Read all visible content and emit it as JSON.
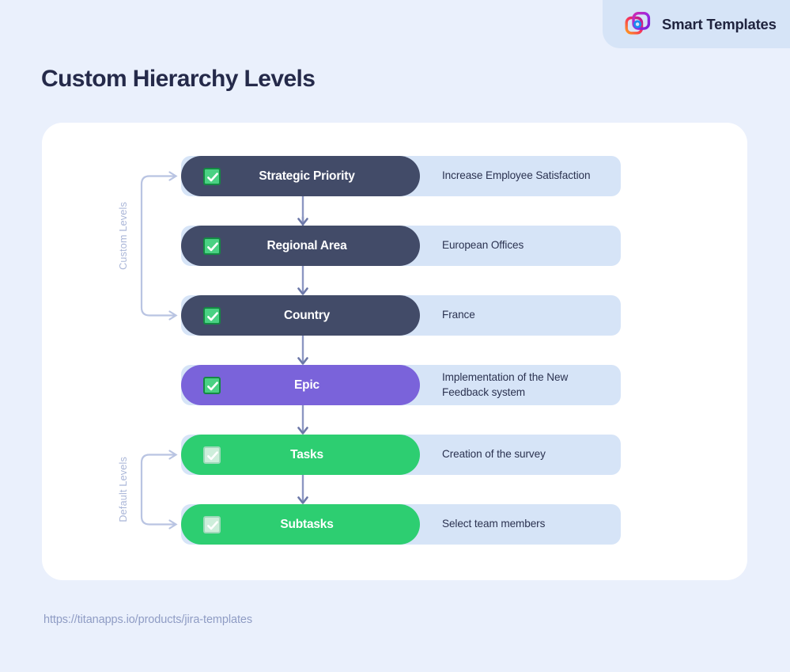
{
  "brand": {
    "name": "Smart Templates",
    "logo_icon": "smart-templates-logo-icon"
  },
  "page": {
    "title": "Custom Hierarchy Levels",
    "footer_url": "https://titanapps.io/products/jira-templates"
  },
  "colors": {
    "background": "#eaf0fc",
    "card": "#ffffff",
    "badge_bg": "#d6e4f7",
    "row_right_bg": "#d6e4f7",
    "dark_pill": "#424b68",
    "purple_pill": "#7a63da",
    "green_pill": "#2dce71",
    "checkbox_green": "#4ad183",
    "checkbox_pale": "#cdeedb",
    "arrow": "#7d88b8",
    "bracket": "#b9c4e2",
    "title_text": "#252a4a",
    "url_text": "#8f9cc4",
    "side_label_text": "#aab6d8"
  },
  "groups": [
    {
      "id": "custom-levels",
      "label": "Custom Levels",
      "rows": [
        0,
        2
      ]
    },
    {
      "id": "default-levels",
      "label": "Default Levels",
      "rows": [
        4,
        5
      ]
    }
  ],
  "hierarchy": [
    {
      "id": "strategic-priority",
      "level": "Strategic Priority",
      "value": "Increase Employee Satisfaction",
      "style": "dark",
      "checkbox": "checked-green",
      "checked": true
    },
    {
      "id": "regional-area",
      "level": "Regional Area",
      "value": "European Offices",
      "style": "dark",
      "checkbox": "checked-green",
      "checked": true
    },
    {
      "id": "country",
      "level": "Country",
      "value": "France",
      "style": "dark",
      "checkbox": "checked-green",
      "checked": true
    },
    {
      "id": "epic",
      "level": "Epic",
      "value": "Implementation of the New\nFeedback system",
      "style": "purple",
      "checkbox": "checked-green",
      "checked": true
    },
    {
      "id": "tasks",
      "level": "Tasks",
      "value": "Creation of the survey",
      "style": "green",
      "checkbox": "checked-pale",
      "checked": true
    },
    {
      "id": "subtasks",
      "level": "Subtasks",
      "value": "Select team members",
      "style": "green",
      "checkbox": "checked-pale",
      "checked": true
    }
  ]
}
